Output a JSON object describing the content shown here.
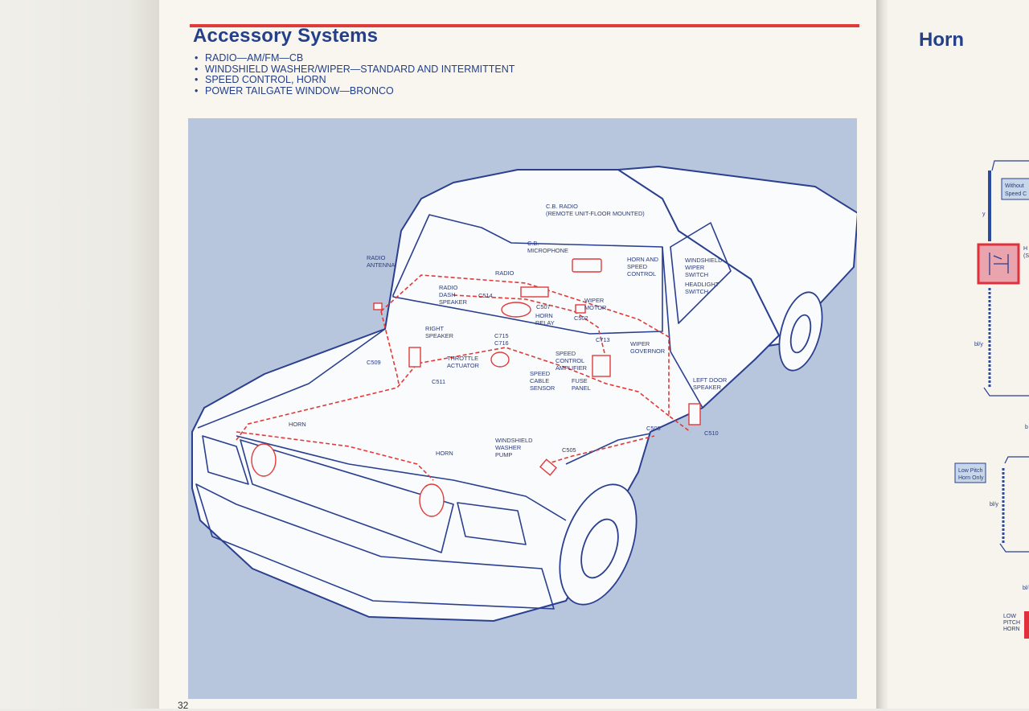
{
  "left_page": {
    "title": "Accessory Systems",
    "bullets": [
      "RADIO—AM/FM—CB",
      "WINDSHIELD WASHER/WIPER—STANDARD AND INTERMITTENT",
      "SPEED CONTROL, HORN",
      "POWER TAILGATE WINDOW—BRONCO"
    ],
    "page_number": "32",
    "diagram_labels": {
      "cb_radio": [
        "C.B. RADIO",
        "(REMOTE UNIT-FLOOR MOUNTED)"
      ],
      "cb_microphone": [
        "C.B.",
        "MICROPHONE"
      ],
      "radio_antenna": [
        "RADIO",
        "ANTENNA"
      ],
      "radio": "RADIO",
      "radio_dash_speaker": [
        "RADIO",
        "DASH",
        "SPEAKER"
      ],
      "c514": "C514",
      "c507": "C507",
      "horn_relay": [
        "HORN",
        "RELAY"
      ],
      "wiper_motor": [
        "WIPER",
        "MOTOR"
      ],
      "c502": "C502",
      "horn_speed_control": [
        "HORN AND",
        "SPEED",
        "CONTROL"
      ],
      "windshield_wiper_switch": [
        "WINDSHIELD",
        "WIPER",
        "SWITCH"
      ],
      "headlight_switch": [
        "HEADLIGHT",
        "SWITCH"
      ],
      "right_speaker": [
        "RIGHT",
        "SPEAKER"
      ],
      "c715_c716": [
        "C715",
        "C716"
      ],
      "c713": "C713",
      "wiper_governor": [
        "WIPER",
        "GOVERNOR"
      ],
      "throttle_actuator": [
        "THROTTLE",
        "ACTUATOR"
      ],
      "c509": "C509",
      "c511": "C511",
      "speed_control_amplifier": [
        "SPEED",
        "CONTROL",
        "AMPLIFIER"
      ],
      "speed_cable_sensor": [
        "SPEED",
        "CABLE",
        "SENSOR"
      ],
      "fuse_panel": [
        "FUSE",
        "PANEL"
      ],
      "left_door_speaker": [
        "LEFT DOOR",
        "SPEAKER"
      ],
      "c508": "C508",
      "c510": "C510",
      "horn_left": "HORN",
      "horn_right": "HORN",
      "windshield_washer_pump": [
        "WINDSHIELD",
        "WASHER",
        "PUMP"
      ],
      "c505": "C505"
    }
  },
  "right_page": {
    "title": "Horn",
    "box_without_speed": [
      "Without",
      "Speed C"
    ],
    "wire_y": "y",
    "wire_bly_1": "bl/y",
    "wire_bly_2": "bl/y",
    "wire_bly_3": "bl/",
    "wire_b": "b",
    "box_low_pitch": [
      "Low Pitch",
      "Horn Only"
    ],
    "legend_low_pitch": [
      "LOW",
      "PITCH",
      "HORN"
    ],
    "cut_label": [
      "H",
      "(S"
    ]
  },
  "colors": {
    "ink_blue": "#24408a",
    "wire_red": "#e03a3a",
    "art_background": "#b7c6dc",
    "paper": "#f8f6ef"
  }
}
